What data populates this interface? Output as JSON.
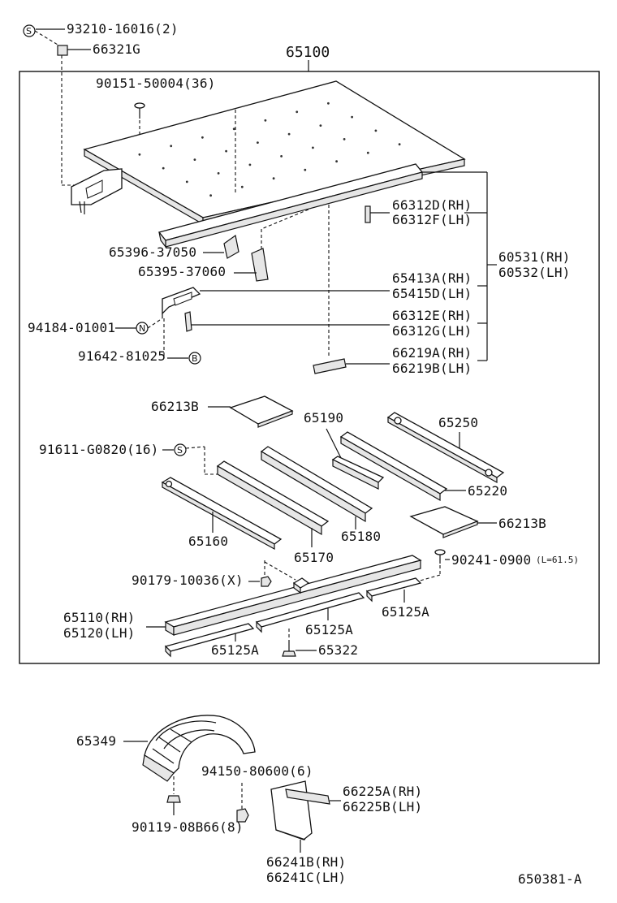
{
  "labels": {
    "l_93210": "93210-16016(2)",
    "l_66321G": "66321G",
    "l_65100": "65100",
    "l_90151": "90151-50004(36)",
    "l_66312D": "66312D(RH)",
    "l_66312F": "66312F(LH)",
    "l_60531": "60531(RH)",
    "l_60532": "60532(LH)",
    "l_65396": "65396-37050",
    "l_65395": "65395-37060",
    "l_65413A": "65413A(RH)",
    "l_65415D": "65415D(LH)",
    "l_94184": "94184-01001",
    "l_66312E": "66312E(RH)",
    "l_66312G": "66312G(LH)",
    "l_91642": "91642-81025",
    "l_66219A": "66219A(RH)",
    "l_66219B": "66219B(LH)",
    "l_66213B_1": "66213B",
    "l_65190": "65190",
    "l_65250": "65250",
    "l_91611": "91611-G0820(16)",
    "l_65220": "65220",
    "l_66213B_2": "66213B",
    "l_65160": "65160",
    "l_65170": "65170",
    "l_65180": "65180",
    "l_90241": "90241-0900",
    "l_90241_note": "(L=61.5)",
    "l_90179": "90179-10036(X)",
    "l_65110": "65110(RH)",
    "l_65120": "65120(LH)",
    "l_65125A_1": "65125A",
    "l_65125A_2": "65125A",
    "l_65125A_3": "65125A",
    "l_65322": "65322",
    "l_65349": "65349",
    "l_94150": "94150-80600(6)",
    "l_66225A": "66225A(RH)",
    "l_66225B": "66225B(LH)",
    "l_90119": "90119-08B66(8)",
    "l_66241B": "66241B(RH)",
    "l_66241C": "66241C(LH)",
    "l_ref": "650381-A"
  },
  "symbols": {
    "s_S1": "S",
    "s_N": "N",
    "s_B": "B",
    "s_S2": "S"
  }
}
